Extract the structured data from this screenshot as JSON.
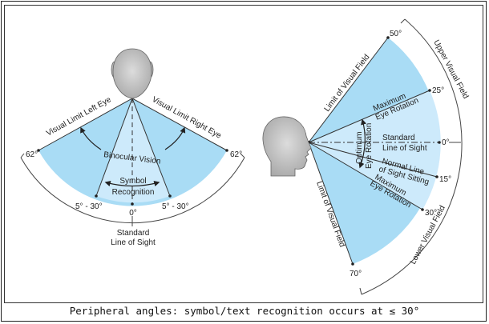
{
  "colors": {
    "field_blue": "#a9dcf5",
    "inner_blue": "#cdeafb",
    "head_gray": "#c4c4c4",
    "line": "#333333"
  },
  "left_diagram": {
    "title": "Horizontal visual field (top view)",
    "labels": {
      "left_limit": "Visual Limit Left Eye",
      "right_limit": "Visual Limit Right Eye",
      "binocular": "Binocular Vision",
      "symbol_1": "Symbol",
      "symbol_2": "Recognition",
      "angle_left_outer": "62°",
      "angle_right_outer": "62°",
      "angle_left_inner": "5° - 30°",
      "angle_right_inner": "5° - 30°",
      "angle_center": "0°",
      "std_1": "Standard",
      "std_2": "Line of Sight"
    }
  },
  "right_diagram": {
    "title": "Vertical visual field (side view)",
    "labels": {
      "a50": "50°",
      "a25": "25°",
      "a0": "0°",
      "a15": "15°",
      "a30": "30°",
      "a70": "70°",
      "upper_limit": "Limit of Visual Field",
      "lower_limit": "Limit of Visual Field",
      "upper_field": "Upper Visual Field",
      "lower_field": "Lower Visual Field",
      "max_up_1": "Maximum",
      "max_up_2": "Eye Rotation",
      "max_down_1": "Maximum",
      "max_down_2": "Eye Rotation",
      "std_1": "Standard",
      "std_2": "Line of Sight",
      "normal_1": "Normal Line",
      "normal_2": "of Sight Sitting",
      "optimum_1": "Optimum",
      "optimum_2": "Eye Rotation"
    }
  },
  "caption": "Peripheral angles: symbol/text recognition occurs at ≤ 30°"
}
